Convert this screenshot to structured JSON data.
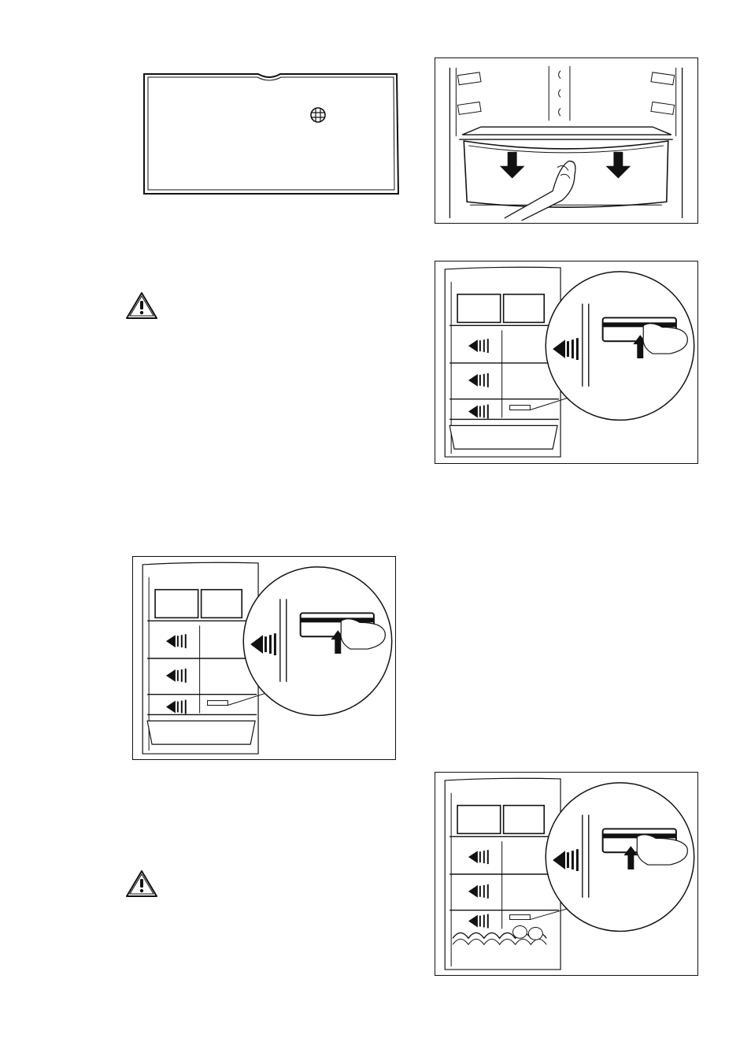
{
  "page": {
    "background": "#ffffff",
    "line_color": "#111111"
  },
  "figures": [
    {
      "id": "crisper-cover",
      "icon": "shelf-cover-with-vent-icon"
    },
    {
      "id": "drawer-removal",
      "icon": "hand-pulling-drawer-icon"
    },
    {
      "id": "shelf-adjust-1",
      "icon": "fridge-shelf-lift-icon"
    },
    {
      "id": "shelf-adjust-2",
      "icon": "fridge-shelf-lift-icon"
    },
    {
      "id": "shelf-adjust-3",
      "icon": "fridge-bottle-rack-icon"
    }
  ],
  "warnings": [
    {
      "icon": "warning-triangle-icon"
    },
    {
      "icon": "warning-triangle-icon"
    }
  ]
}
